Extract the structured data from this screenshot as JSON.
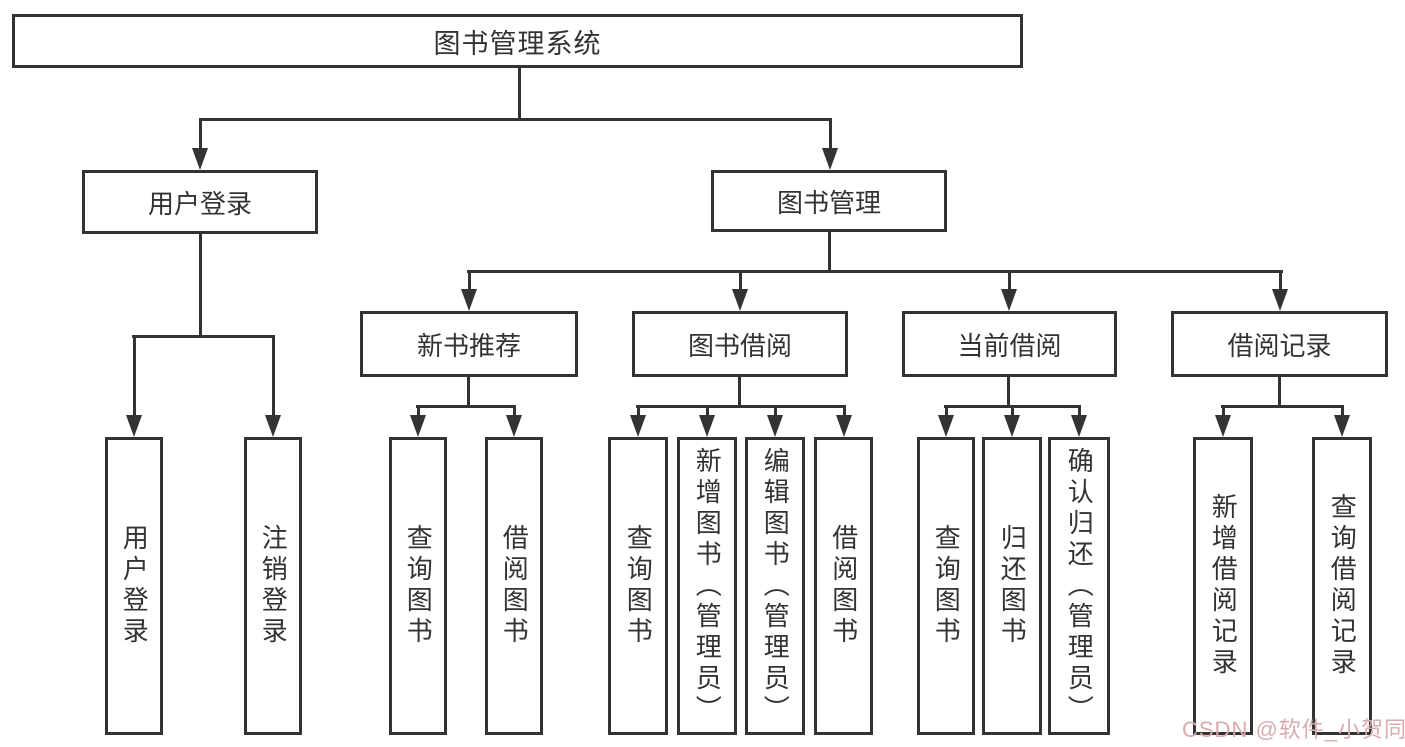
{
  "diagram": {
    "root": "图书管理系统",
    "user_login": {
      "label": "用户登录",
      "leaves": [
        "用户登录",
        "注销登录"
      ]
    },
    "book_management": {
      "label": "图书管理",
      "sections": [
        {
          "label": "新书推荐",
          "leaves": [
            "查询图书",
            "借阅图书"
          ]
        },
        {
          "label": "图书借阅",
          "leaves": [
            "查询图书",
            "新增图书（管理员）",
            "编辑图书（管理员）",
            "借阅图书"
          ]
        },
        {
          "label": "当前借阅",
          "leaves": [
            "查询图书",
            "归还图书",
            "确认归还（管理员）"
          ]
        },
        {
          "label": "借阅记录",
          "leaves": [
            "新增借阅记录",
            "查询借阅记录"
          ]
        }
      ]
    }
  },
  "watermark": {
    "text": "CSDN @软件_小贺同学"
  },
  "colors": {
    "line": "#333333",
    "text": "#333333",
    "background": "#ffffff",
    "watermark": "#d8abac"
  }
}
